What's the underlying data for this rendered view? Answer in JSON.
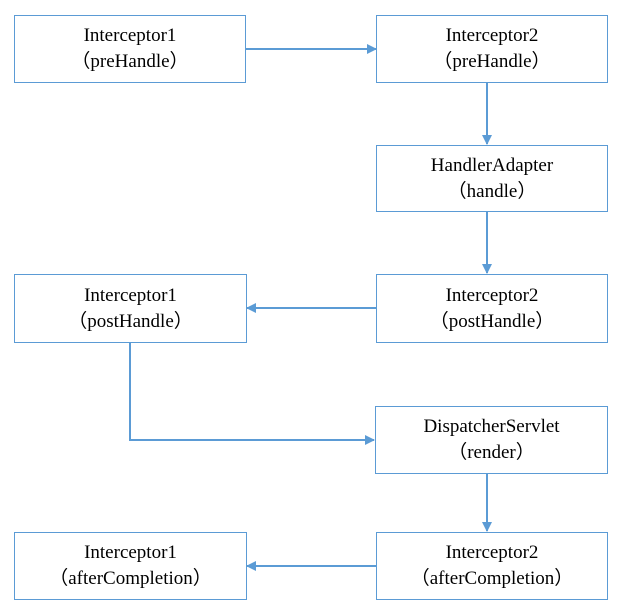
{
  "diagram": {
    "nodes": [
      {
        "id": "interceptor1-prehandle",
        "title": "Interceptor1",
        "method": "（preHandle）"
      },
      {
        "id": "interceptor2-prehandle",
        "title": "Interceptor2",
        "method": "（preHandle）"
      },
      {
        "id": "handleradapter-handle",
        "title": "HandlerAdapter",
        "method": "（handle）"
      },
      {
        "id": "interceptor2-posthandle",
        "title": "Interceptor2",
        "method": "（postHandle）"
      },
      {
        "id": "interceptor1-posthandle",
        "title": "Interceptor1",
        "method": "（postHandle）"
      },
      {
        "id": "dispatcherservlet-render",
        "title": "DispatcherServlet",
        "method": "（render）"
      },
      {
        "id": "interceptor2-aftercompletion",
        "title": "Interceptor2",
        "method": "（afterCompletion）"
      },
      {
        "id": "interceptor1-aftercompletion",
        "title": "Interceptor1",
        "method": "（afterCompletion）"
      }
    ],
    "edges": [
      {
        "from": "interceptor1-prehandle",
        "to": "interceptor2-prehandle"
      },
      {
        "from": "interceptor2-prehandle",
        "to": "handleradapter-handle"
      },
      {
        "from": "handleradapter-handle",
        "to": "interceptor2-posthandle"
      },
      {
        "from": "interceptor2-posthandle",
        "to": "interceptor1-posthandle"
      },
      {
        "from": "interceptor1-posthandle",
        "to": "dispatcherservlet-render"
      },
      {
        "from": "dispatcherservlet-render",
        "to": "interceptor2-aftercompletion"
      },
      {
        "from": "interceptor2-aftercompletion",
        "to": "interceptor1-aftercompletion"
      }
    ],
    "colors": {
      "box_border": "#5B9BD5",
      "connector": "#5B9BD5",
      "text": "#000000",
      "background": "#FFFFFF"
    }
  }
}
